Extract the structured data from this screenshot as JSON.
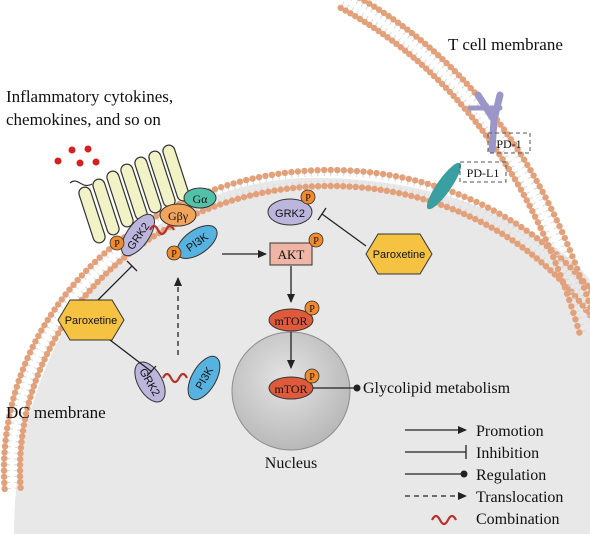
{
  "labels": {
    "cytokines_line1": "Inflammatory cytokines,",
    "cytokines_line2": "chemokines, and so on",
    "t_cell_membrane": "T cell membrane",
    "dc_membrane": "DC membrane",
    "nucleus": "Nucleus",
    "glycolipid": "Glycolipid metabolism",
    "pd1": "PD-1",
    "pdl1": "PD-L1",
    "g_alpha": "Gα",
    "g_beta_gamma": "Gβγ",
    "grk2": "GRK2",
    "pi3k": "PI3K",
    "akt": "AKT",
    "mtor": "mTOR",
    "p": "P",
    "paroxetine": "Paroxetine"
  },
  "legend": [
    {
      "type": "promotion",
      "label": "Promotion"
    },
    {
      "type": "inhibition",
      "label": "Inhibition"
    },
    {
      "type": "regulation",
      "label": "Regulation"
    },
    {
      "type": "translocation",
      "label": "Translocation"
    },
    {
      "type": "combination",
      "label": "Combination"
    }
  ],
  "colors": {
    "cell_fill": "#e6e6e6",
    "membrane_head": "#e2a17a",
    "membrane_tail": "#d9d9d9",
    "receptor": "#f1f3c6",
    "grk2": "#bcb6dd",
    "pi3k": "#56b3e0",
    "g_alpha": "#53c0aa",
    "g_beta_gamma": "#f1a45a",
    "p_badge": "#f08a2c",
    "akt": "#efb5a6",
    "mtor": "#df5a3a",
    "paroxetine": "#f5c242",
    "combination": "#b8322b",
    "dots": "#d62020",
    "pd1": "#9b96c8",
    "pdl1": "#3a9fa0",
    "nucleus": "#c8c8c8"
  }
}
